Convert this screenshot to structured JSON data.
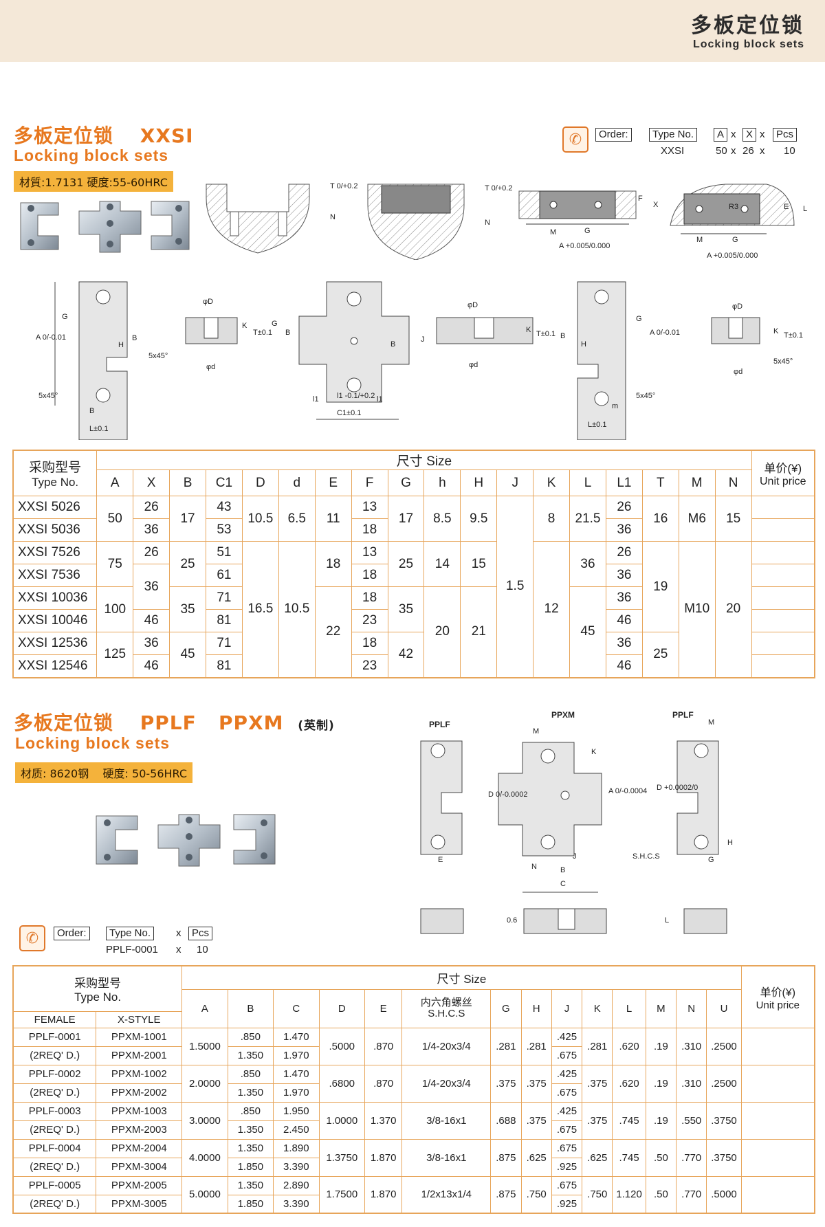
{
  "header": {
    "title_cn": "多板定位锁",
    "title_en": "Locking block sets"
  },
  "section1": {
    "title_cn": "多板定位锁",
    "title_code": "XXSI",
    "subtitle": "Locking block sets",
    "material": "材質:1.7131  硬度:55-60HRC",
    "order": {
      "label": "Order:",
      "type_label": "Type No.",
      "a": "A",
      "x": "x",
      "xx": "X",
      "pcs": "Pcs",
      "type_val": "XXSI",
      "a_val": "50",
      "x_val": "26",
      "pcs_val": "10"
    },
    "dims": [
      "T 0/+0.2",
      "N",
      "F",
      "X",
      "E",
      "L",
      "M",
      "G",
      "A +0.005/0.000",
      "R3",
      "A 0/-0.01",
      "G",
      "H",
      "B",
      "5x45°",
      "B",
      "L±0.1",
      "φD",
      "K",
      "T±0.1",
      "φd",
      "5x45°",
      "G",
      "B",
      "B",
      "l1",
      "l1 -0.1/+0.2",
      "l1",
      "C1±0.1",
      "φD",
      "J",
      "K",
      "T±0.1",
      "φd",
      "B",
      "H",
      "G",
      "A 0/-0.01",
      "m",
      "5x45°",
      "L±0.1",
      "φD",
      "K",
      "T±0.1",
      "φd",
      "5x45°"
    ],
    "table": {
      "group_label": "尺寸 Size",
      "type_label_cn": "采购型号",
      "type_label_en": "Type No.",
      "price_cn": "单价(¥)",
      "price_en": "Unit price",
      "columns": [
        "A",
        "X",
        "B",
        "C1",
        "D",
        "d",
        "E",
        "F",
        "G",
        "h",
        "H",
        "J",
        "K",
        "L",
        "L1",
        "T",
        "M",
        "N"
      ],
      "rows": [
        "XXSI  5026",
        "XXSI  5036",
        "XXSI  7526",
        "XXSI  7536",
        "XXSI  10036",
        "XXSI  10046",
        "XXSI  12536",
        "XXSI  12546"
      ],
      "cells": {
        "A50": "50",
        "A75": "75",
        "A100": "100",
        "A125": "125",
        "X1": "26",
        "X2": "36",
        "X3": "26",
        "X4": "36",
        "X5": "46",
        "X6": "36",
        "X7": "46",
        "B17": "17",
        "B25": "25",
        "B35": "35",
        "B45": "45",
        "C1": "43",
        "C2": "53",
        "C3": "51",
        "C4": "61",
        "C5": "71",
        "C6": "81",
        "C7": "71",
        "C8": "81",
        "D1": "10.5",
        "D2": "16.5",
        "d1": "6.5",
        "d2": "10.5",
        "E1": "11",
        "E2": "18",
        "E3": "22",
        "F1": "13",
        "F2": "18",
        "F3": "13",
        "F4": "18",
        "F5": "23",
        "F6": "18",
        "F7": "23",
        "G1": "17",
        "G2": "25",
        "G3": "35",
        "G4": "42",
        "h1": "8.5",
        "h2": "14",
        "h3": "20",
        "H1": "9.5",
        "H2": "15",
        "H3": "21",
        "J1": "1.5",
        "K1": "8",
        "K2": "12",
        "L1": "21.5",
        "L2": "36",
        "L3": "45",
        "L1a": "26",
        "L1b": "36",
        "L1c": "26",
        "L1d": "36",
        "L1e": "46",
        "L1f": "36",
        "L1g": "46",
        "T1": "16",
        "T2": "19",
        "T3": "25",
        "M1": "M6",
        "M2": "M10",
        "N1": "15",
        "N2": "20"
      }
    }
  },
  "section2": {
    "title_cn": "多板定位锁",
    "title_code": "PPLF   PPXM",
    "title_suffix": "(英制)",
    "subtitle": "Locking block sets",
    "material": "材质: 8620钢    硬度: 50-56HRC",
    "labels": {
      "pplf": "PPLF",
      "ppxm": "PPXM",
      "pplf2": "PPLF"
    },
    "dims": [
      "E",
      "M",
      "K",
      "D 0/-0.0002",
      "A 0/-0.0004",
      "N",
      "B",
      "J",
      "C",
      "M",
      "D +0.0002/0",
      "S.H.C.S",
      "G",
      "H",
      "0.6",
      "L"
    ],
    "order": {
      "label": "Order:",
      "type_label": "Type No.",
      "x": "x",
      "pcs": "Pcs",
      "type_val": "PPLF-0001",
      "pcs_val": "10"
    },
    "table": {
      "group_label": "尺寸 Size",
      "type_label_cn": "采购型号",
      "type_label_en": "Type No.",
      "female": "FEMALE",
      "xstyle": "X-STYLE",
      "price_cn": "单价(¥)",
      "price_en": "Unit price",
      "columns": [
        "A",
        "B",
        "C",
        "D",
        "E",
        "内六角螺丝\nS.H.C.S",
        "G",
        "H",
        "J",
        "K",
        "L",
        "M",
        "N",
        "U"
      ],
      "groups": [
        {
          "female": "PPLF-0001",
          "req": "(2REQ' D.)",
          "x1": "PPXM-1001",
          "x2": "PPXM-2001",
          "A": "1.5000",
          "B1": ".850",
          "B2": "1.350",
          "C1": "1.470",
          "C2": "1.970",
          "D": ".5000",
          "E": ".870",
          "S": "1/4-20x3/4",
          "G": ".281",
          "H": ".281",
          "J1": ".425",
          "J2": ".675",
          "K": ".281",
          "L": ".620",
          "M": ".19",
          "N": ".310",
          "U": ".2500"
        },
        {
          "female": "PPLF-0002",
          "req": "(2REQ' D.)",
          "x1": "PPXM-1002",
          "x2": "PPXM-2002",
          "A": "2.0000",
          "B1": ".850",
          "B2": "1.350",
          "C1": "1.470",
          "C2": "1.970",
          "D": ".6800",
          "E": ".870",
          "S": "1/4-20x3/4",
          "G": ".375",
          "H": ".375",
          "J1": ".425",
          "J2": ".675",
          "K": ".375",
          "L": ".620",
          "M": ".19",
          "N": ".310",
          "U": ".2500"
        },
        {
          "female": "PPLF-0003",
          "req": "(2REQ' D.)",
          "x1": "PPXM-1003",
          "x2": "PPXM-2003",
          "A": "3.0000",
          "B1": ".850",
          "B2": "1.350",
          "C1": "1.950",
          "C2": "2.450",
          "D": "1.0000",
          "E": "1.370",
          "S": "3/8-16x1",
          "G": ".688",
          "H": ".375",
          "J1": ".425",
          "J2": ".675",
          "K": ".375",
          "L": ".745",
          "M": ".19",
          "N": ".550",
          "U": ".3750"
        },
        {
          "female": "PPLF-0004",
          "req": "(2REQ' D.)",
          "x1": "PPXM-2004",
          "x2": "PPXM-3004",
          "A": "4.0000",
          "B1": "1.350",
          "B2": "1.850",
          "C1": "1.890",
          "C2": "3.390",
          "D": "1.3750",
          "E": "1.870",
          "S": "3/8-16x1",
          "G": ".875",
          "H": ".625",
          "J1": ".675",
          "J2": ".925",
          "K": ".625",
          "L": ".745",
          "M": ".50",
          "N": ".770",
          "U": ".3750"
        },
        {
          "female": "PPLF-0005",
          "req": "(2REQ' D.)",
          "x1": "PPXM-2005",
          "x2": "PPXM-3005",
          "A": "5.0000",
          "B1": "1.350",
          "B2": "1.850",
          "C1": "2.890",
          "C2": "3.390",
          "D": "1.7500",
          "E": "1.870",
          "S": "1/2x13x1/4",
          "G": ".875",
          "H": ".750",
          "J1": ".675",
          "J2": ".925",
          "K": ".750",
          "L": "1.120",
          "M": ".50",
          "N": ".770",
          "U": ".5000"
        }
      ]
    }
  },
  "colors": {
    "accent": "#e7781f",
    "border": "#e7a55a",
    "material_bg": "#f4b23b",
    "header_bg": "#f4e8d8"
  }
}
